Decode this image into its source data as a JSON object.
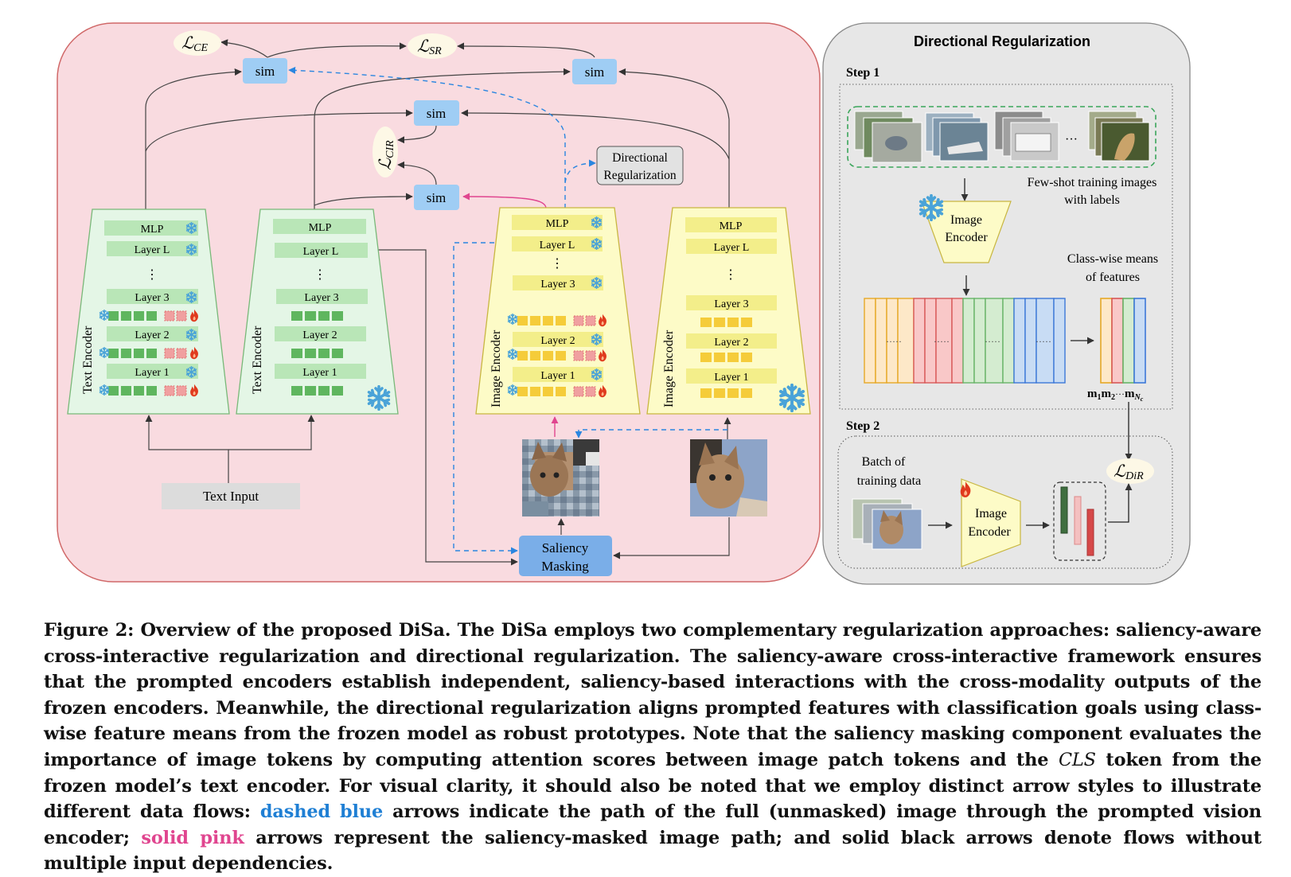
{
  "figure": {
    "losses": {
      "ce": "CE",
      "sr": "SR",
      "cir": "CIR",
      "dir": "DiR",
      "script_letter": "ℒ"
    },
    "sim_label": "sim",
    "directional_box": {
      "line1": "Directional",
      "line2": "Regularization"
    },
    "encoders": {
      "text_encoder_label": "Text Encoder",
      "image_encoder_label": "Image Encoder",
      "mlp": "MLP",
      "layer_l": "Layer L",
      "layer_3": "Layer 3",
      "layer_2": "Layer 2",
      "layer_1": "Layer 1",
      "dots": "⋮"
    },
    "text_input": "Text Input",
    "saliency": {
      "line1": "Saliency",
      "line2": "Masking"
    },
    "right_panel": {
      "title": "Directional Regularization",
      "step1": "Step 1",
      "step2": "Step 2",
      "few_shot": {
        "line1": "Few-shot training images",
        "line2": "with labels"
      },
      "ellipsis": "···",
      "image_encoder": {
        "line1": "Image",
        "line2": "Encoder"
      },
      "class_means": {
        "line1": "Class-wise means",
        "line2": "of features"
      },
      "dots": "·····",
      "means_label": {
        "m1": "m",
        "sub1": "1",
        "m2": "m",
        "sub2": "2",
        "dots": "···",
        "mn": "m",
        "subn": "N",
        "subsub": "c"
      },
      "batch": {
        "line1": "Batch of",
        "line2": "training data"
      }
    },
    "colors": {
      "left_panel_bg": "#f9dbe0",
      "left_panel_border": "#d06868",
      "right_panel_bg": "#e7e7e7",
      "text_encoder_fill": "#e4f6e6",
      "image_encoder_fill": "#fdfbc7",
      "sim_fill": "#9fcdf4",
      "saliency_fill": "#7aaee8",
      "blue_arrow": "#2a86e0",
      "pink_arrow": "#e0458f",
      "snowflake": "#4aa3d8",
      "fire": "#e03a1e"
    }
  },
  "caption": {
    "p1": "Figure 2: Overview of the proposed DiSa. The DiSa employs two complementary regularization approaches: saliency-aware cross-interactive regularization and directional regularization. The saliency-aware cross-interactive framework ensures that the prompted encoders establish independent, saliency-based interactions with the cross-modality outputs of the frozen encoders. Meanwhile, the directional regularization aligns prompted features with classification goals using class-wise feature means from the frozen model as robust prototypes. Note that the saliency masking component evaluates the importance of image tokens by computing attention scores between image patch tokens and the ",
    "cls": "CLS",
    "p2": " token from the frozen model’s text encoder. For visual clarity, it should also be noted that we employ distinct arrow styles to illustrate different data flows: ",
    "blue": "dashed blue",
    "p3": " arrows indicate the path of the full (unmasked) image through the prompted vision encoder; ",
    "pink": "solid pink",
    "p4": " arrows represent the saliency-masked image path; and solid black arrows denote flows without multiple input dependencies."
  }
}
